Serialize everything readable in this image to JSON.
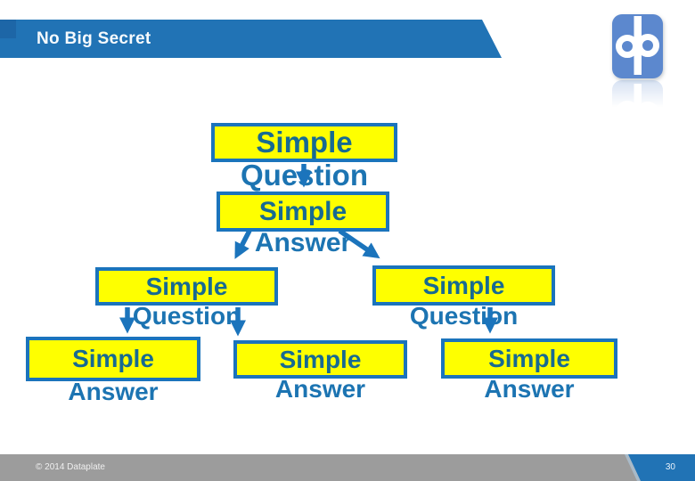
{
  "slide": {
    "title": "No Big Secret"
  },
  "logo": {
    "label": "dp"
  },
  "diagram": {
    "nodes": [
      {
        "id": "n1",
        "line1": "Simple",
        "line2": "Question"
      },
      {
        "id": "n2",
        "line1": "Simple",
        "line2": "Answer"
      },
      {
        "id": "n3",
        "line1": "Simple",
        "line2": "Question"
      },
      {
        "id": "n4",
        "line1": "Simple",
        "line2": "Question"
      },
      {
        "id": "n5",
        "line1": "Simple",
        "line2": "Answer"
      },
      {
        "id": "n6",
        "line1": "Simple",
        "line2": "Answer"
      },
      {
        "id": "n7",
        "line1": "Simple",
        "line2": "Answer"
      }
    ],
    "edges": [
      {
        "from": "n1",
        "to": "n2"
      },
      {
        "from": "n2",
        "to": "n3"
      },
      {
        "from": "n2",
        "to": "n4"
      },
      {
        "from": "n3",
        "to": "n5"
      },
      {
        "from": "n3",
        "to": "n6"
      },
      {
        "from": "n4",
        "to": "n7"
      }
    ]
  },
  "footer": {
    "copyright": "© 2014 Dataplate",
    "page_number": "30"
  },
  "colors": {
    "header_blue": "#2173b5",
    "box_fill": "#feff00",
    "box_border": "#1b74bc",
    "arrow_blue": "#1b74bc",
    "text_inside": "#176a92",
    "text_outside": "#1c74b2",
    "footer_gray": "#9c9c9c",
    "footer_blue": "#2173b5",
    "logo_blue": "#5c88ce"
  }
}
